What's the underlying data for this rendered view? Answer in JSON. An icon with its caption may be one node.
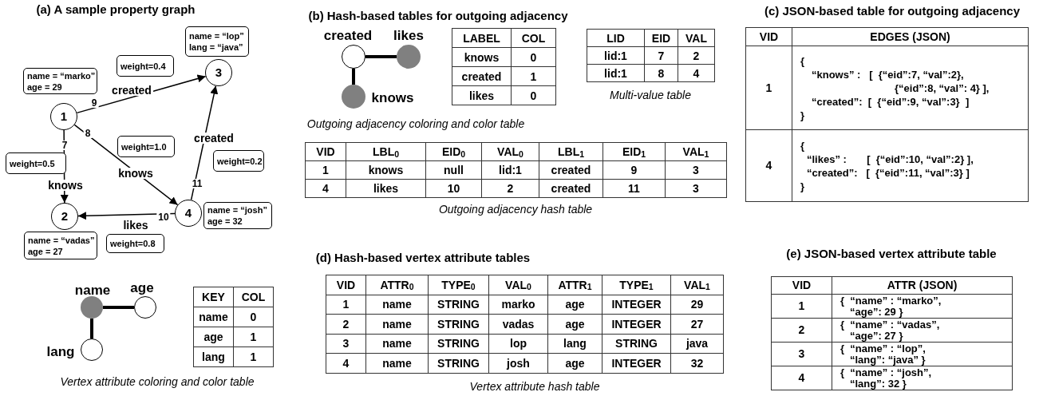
{
  "diagram": {
    "nodes": [
      {
        "text": [
          "1"
        ]
      },
      {
        "text": [
          "2"
        ]
      },
      {
        "text": [
          "3"
        ]
      },
      {
        "text": [
          "4"
        ]
      },
      {
        "text": [
          "name = “marko”",
          "age = 29"
        ]
      },
      {
        "text": [
          "name = “lop”",
          "lang = “java”"
        ]
      },
      {
        "text": [
          "weight=0.4"
        ]
      },
      {
        "text": [
          "weight=1.0"
        ]
      },
      {
        "text": [
          "weight=0.5"
        ]
      },
      {
        "text": [
          "weight=0.2"
        ]
      },
      {
        "text": [
          "name = “josh”",
          "age = 32"
        ]
      },
      {
        "text": [
          "weight=0.8"
        ]
      },
      {
        "text": [
          "name = “vadas”",
          "age = 27"
        ]
      },
      {
        "text": [],
        "shape": "circle",
        "beside": [
          "created"
        ]
      },
      {
        "text": [],
        "shape": "circle",
        "beside": [
          "likes"
        ]
      },
      {
        "text": [],
        "shape": "circle",
        "beside": [
          "knows"
        ]
      },
      {
        "text": [],
        "shape": "circle",
        "beside": [
          "name"
        ]
      },
      {
        "text": [],
        "shape": "circle",
        "beside": [
          "age"
        ]
      },
      {
        "text": [],
        "shape": "circle",
        "beside": [
          "lang"
        ]
      }
    ],
    "edges": [
      {
        "from": 0,
        "to": 1,
        "arrow": "to",
        "label": "knows"
      },
      {
        "from": 0,
        "to": 3,
        "arrow": "to",
        "label": "knows"
      },
      {
        "from": 0,
        "to": 2,
        "arrow": "to",
        "label": "created"
      },
      {
        "from": 3,
        "to": 1,
        "arrow": "to",
        "label": "likes"
      },
      {
        "from": 3,
        "to": 2,
        "arrow": "to",
        "label": "created"
      },
      {
        "from": 13,
        "to": 14,
        "arrow": "none",
        "style": "thick"
      },
      {
        "from": 13,
        "to": 15,
        "arrow": "none",
        "style": "thick"
      },
      {
        "from": 16,
        "to": 17,
        "arrow": "none",
        "style": "thick"
      },
      {
        "from": 16,
        "to": 18,
        "arrow": "none",
        "style": "thick"
      }
    ],
    "labels": [
      "(a) A sample property graph",
      "(b) Hash-based tables for outgoing adjacency",
      "(c) JSON-based table for outgoing adjacency",
      "9",
      "8",
      "7",
      "11",
      "10",
      "LABEL",
      "COL",
      "knows",
      "0",
      "created",
      "1",
      "likes",
      "0",
      "LID",
      "EID",
      "VAL",
      "lid:1",
      "7",
      "2",
      "lid:1",
      "8",
      "4",
      "Multi-value table",
      "Outgoing adjacency coloring and color table",
      "VID",
      "LBL$_{0}$",
      "EID$_{0}$",
      "VAL$_{0}$",
      "LBL$_{1}$",
      "EID$_{1}$",
      "VAL$_{1}$",
      "1",
      "knows",
      "null",
      "lid:1",
      "created",
      "9",
      "3",
      "4",
      "likes",
      "10",
      "2",
      "created",
      "11",
      "3",
      "Outgoing adjacency hash table",
      "VID",
      "EDGES (JSON)",
      "1",
      "{",
      "“knows” :   [  {“eid”:7, “val”:2},",
      "{“eid”:8, “val”: 4} ],",
      "“created”:  [  {“eid”:9, “val”:3}  ]",
      "}",
      "4",
      "{",
      "“likes” :       [  {“eid”:10, “val”:2} ],",
      "“created”:   [  {“eid”:11, “val”:3} ]",
      "}",
      "(d) Hash-based vertex attribute tables",
      "(e) JSON-based vertex attribute table",
      "KEY",
      "COL",
      "name",
      "0",
      "age",
      "1",
      "lang",
      "1",
      "Vertex attribute coloring and color table",
      "VID",
      "ATTR$_{0}$",
      "TYPE$_{0}$",
      "VAL$_{0}$",
      "ATTR$_{1}$",
      "TYPE$_{1}$",
      "VAL$_{1}$",
      "1",
      "name",
      "STRING",
      "marko",
      "age",
      "INTEGER",
      "29",
      "2",
      "name",
      "STRING",
      "vadas",
      "age",
      "INTEGER",
      "27",
      "3",
      "name",
      "STRING",
      "lop",
      "lang",
      "STRING",
      "java",
      "4",
      "name",
      "STRING",
      "josh",
      "age",
      "INTEGER",
      "32",
      "Vertex attribute hash table",
      "VID",
      "ATTR (JSON)",
      "1",
      "{  “name” : “marko”,",
      "“age”: 29 }",
      "2",
      "{  “name” : “vadas”,",
      "“age”: 27 }",
      "3",
      "{  “name” : “lop”,",
      "“lang”: “java” }",
      "4",
      "{  “name” : “josh”,",
      "“lang”: 32 }"
    ]
  }
}
